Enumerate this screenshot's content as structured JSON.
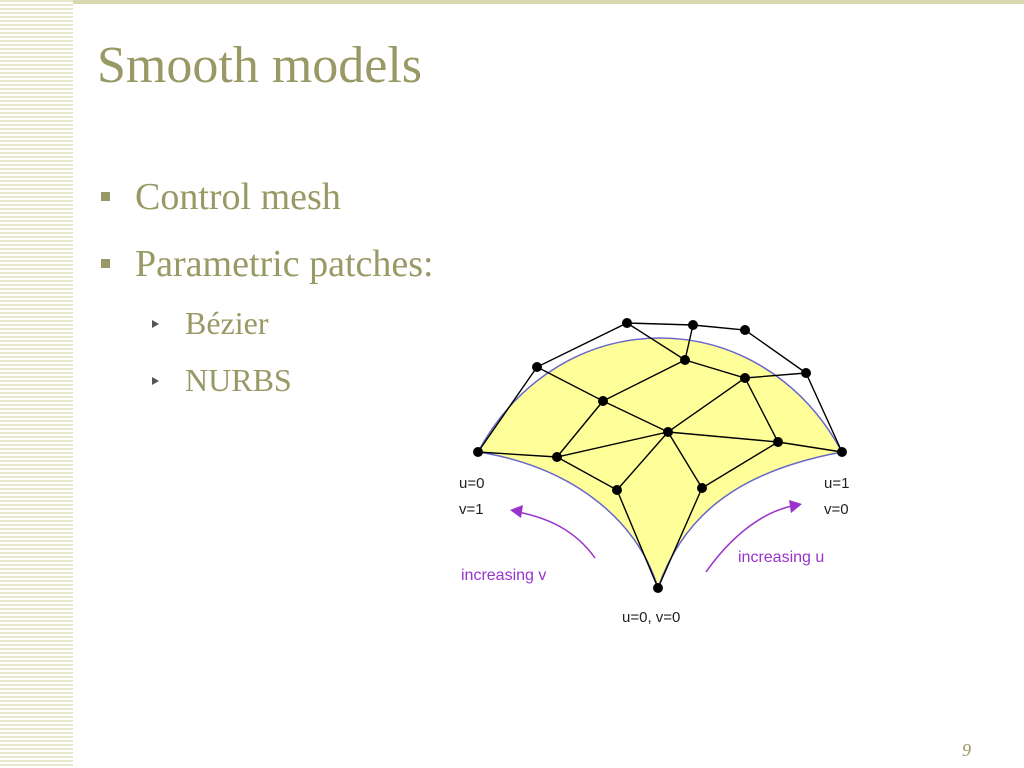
{
  "slide": {
    "title": "Smooth models",
    "bullets": [
      {
        "label": "Control mesh"
      },
      {
        "label": "Parametric patches:"
      }
    ],
    "sub_bullets": [
      {
        "label": "Bézier"
      },
      {
        "label": "NURBS"
      }
    ],
    "page_number": "9"
  },
  "diagram": {
    "corner_labels": {
      "left_u": "u=0",
      "left_v": "v=1",
      "right_u": "u=1",
      "right_v": "v=0",
      "bottom": "u=0, v=0"
    },
    "arrow_labels": {
      "v": "increasing v",
      "u": "increasing u"
    }
  },
  "colors": {
    "accent": "#999966",
    "patch_fill": "#ffff99",
    "patch_edge": "#6666cc",
    "arrow": "#9933cc",
    "stripe": "#e8e8cc"
  }
}
